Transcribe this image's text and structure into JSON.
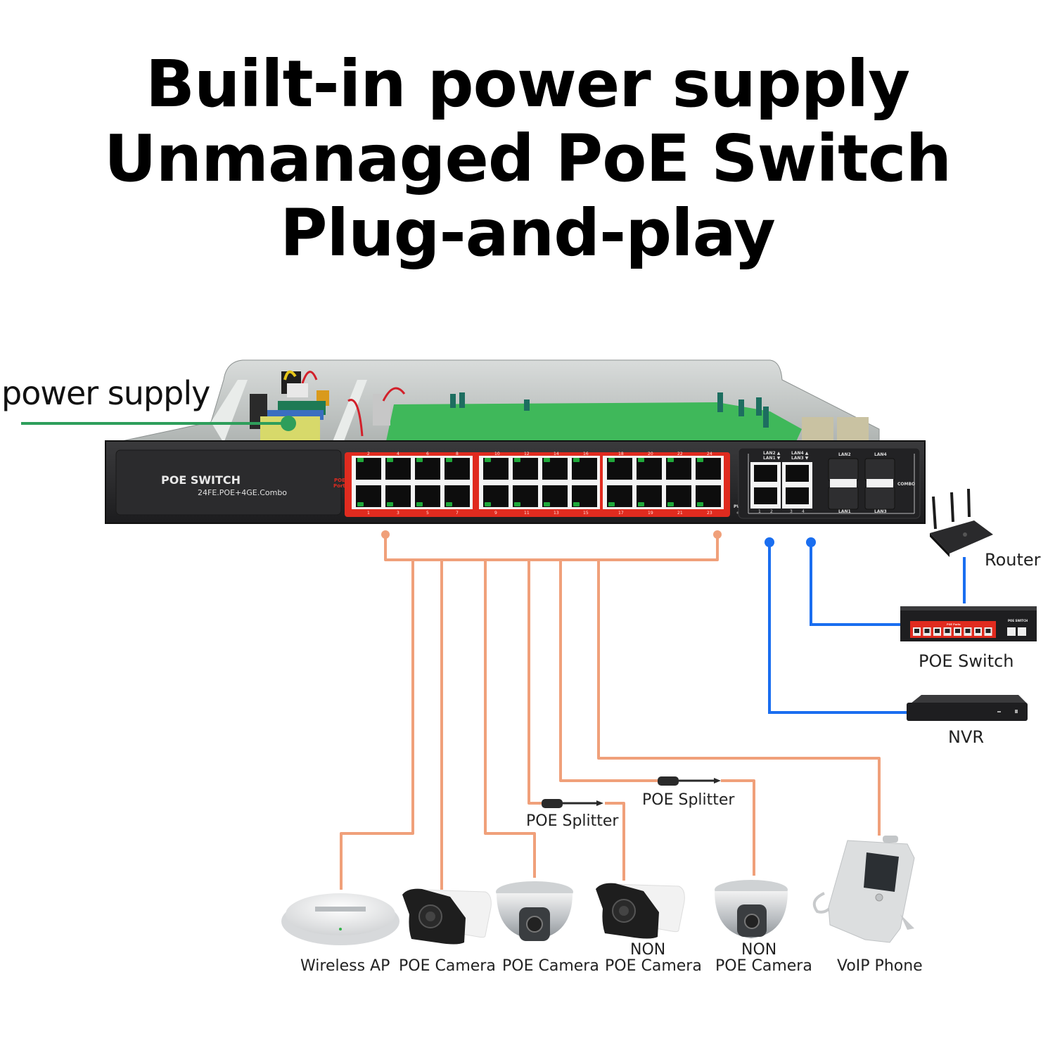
{
  "header": {
    "line1": "Built-in power supply",
    "line2": "Unmanaged PoE Switch",
    "line3": "Plug-and-play"
  },
  "callout": {
    "label": "power supply",
    "color": "#2e9e5b"
  },
  "main_switch": {
    "brand_label": "POE SWITCH",
    "model_label": "24FE.POE+4GE.Combo",
    "poe_ports_label_1": "POE",
    "poe_ports_label_2": "Ports",
    "top_port_numbers": [
      "2",
      "4",
      "6",
      "8",
      "10",
      "12",
      "14",
      "16",
      "18",
      "20",
      "22",
      "24"
    ],
    "bottom_port_numbers": [
      "1",
      "3",
      "5",
      "7",
      "9",
      "11",
      "13",
      "15",
      "17",
      "19",
      "21",
      "23"
    ],
    "pwr_label": "PWR",
    "uplink_labels": {
      "lan2_up": "LAN2 ▲",
      "lan1_down": "LAN1 ▼",
      "lan4_up": "LAN4 ▲",
      "lan3_down": "LAN3 ▼",
      "bottom_numbers": [
        "1",
        "2",
        "3",
        "4"
      ]
    },
    "sfp_labels": {
      "top_left": "LAN2",
      "top_right": "LAN4",
      "bottom_left": "LAN1",
      "bottom_right": "LAN3",
      "combo": "COMBO"
    },
    "accent_red": "#e02b1f",
    "led_green": "#1fa83a"
  },
  "connections": {
    "poe_color": "#f0a07a",
    "uplink_color": "#1a6ef0"
  },
  "right_devices": [
    {
      "id": "router",
      "label": "Router"
    },
    {
      "id": "poe-switch",
      "label": "POE Switch",
      "mini_label": "POE SWITCH",
      "mini_ports_label": "POE Ports"
    },
    {
      "id": "nvr",
      "label": "NVR"
    }
  ],
  "splitters": [
    {
      "label": "POE Splitter"
    },
    {
      "label": "POE Splitter"
    }
  ],
  "bottom_devices": [
    {
      "id": "wireless-ap",
      "label_top": "",
      "label": "Wireless AP"
    },
    {
      "id": "poe-camera-bullet",
      "label_top": "",
      "label": "POE Camera"
    },
    {
      "id": "poe-camera-dome",
      "label_top": "",
      "label": "POE Camera"
    },
    {
      "id": "non-poe-camera-bullet",
      "label_top": "NON",
      "label": "POE Camera"
    },
    {
      "id": "non-poe-camera-dome",
      "label_top": "NON",
      "label": "POE Camera"
    },
    {
      "id": "voip-phone",
      "label_top": "",
      "label": "VoIP Phone"
    }
  ]
}
